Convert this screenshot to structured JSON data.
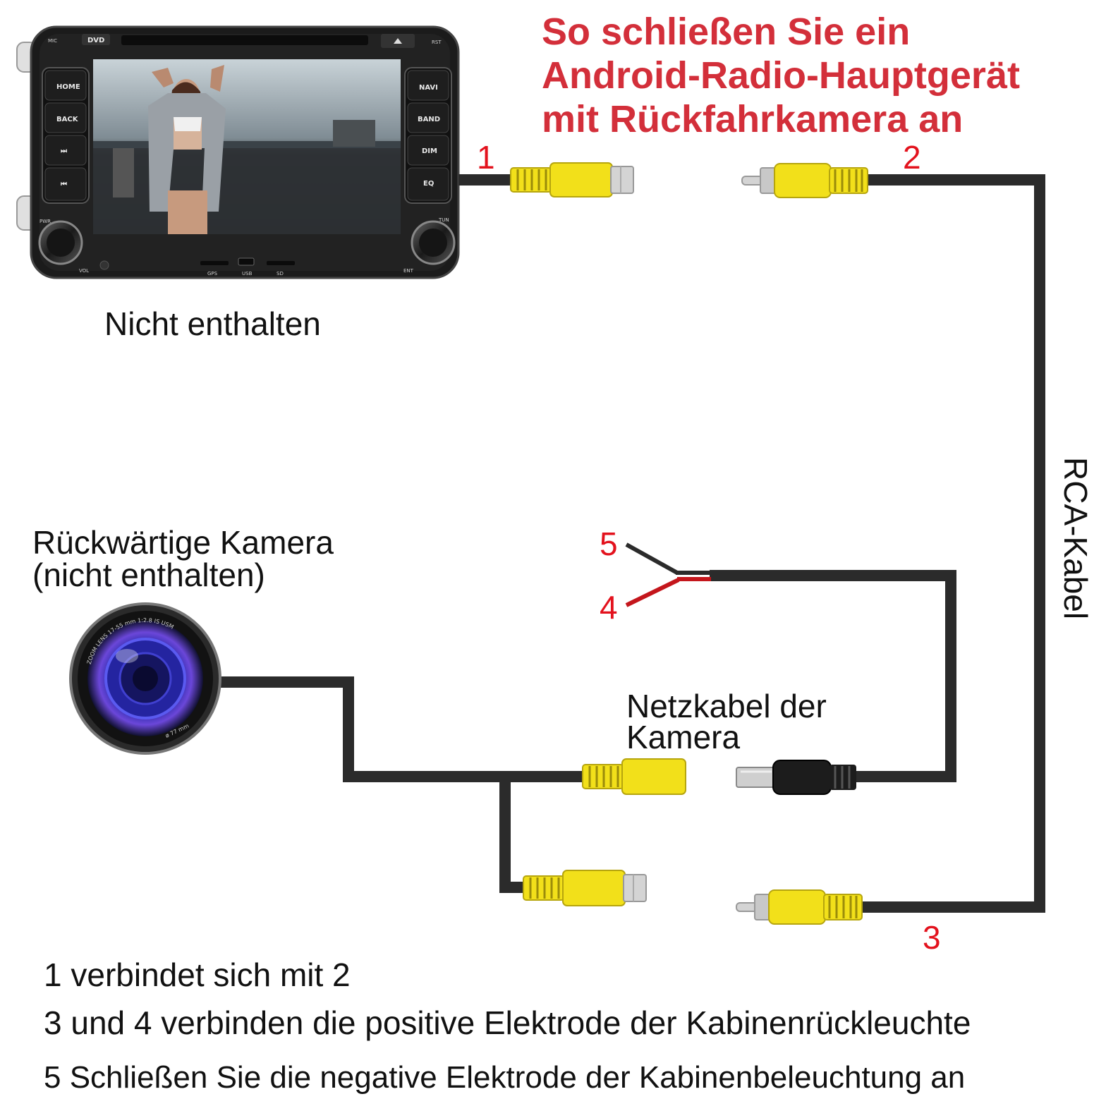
{
  "title": {
    "line1": "So schließen Sie ein",
    "line2": "Android-Radio-Hauptgerät",
    "line3": "mit Rückfahrkamera an"
  },
  "radio": {
    "caption": "Nicht enthalten",
    "buttons_left": [
      "HOME",
      "BACK",
      "⏭",
      "⏮"
    ],
    "buttons_right": [
      "NAVI",
      "BAND",
      "DIM",
      "EQ"
    ],
    "top_labels": {
      "mic": "MIC",
      "dvd": "DVD",
      "rst": "RST"
    },
    "side_labels": {
      "pwr": "PWR",
      "tun": "TUN",
      "vol": "VOL",
      "ent": "ENT"
    },
    "bottom_labels": {
      "gps": "GPS",
      "usb": "USB",
      "sd": "SD"
    }
  },
  "camera": {
    "caption_line1": "Rückwärtige Kamera",
    "caption_line2": "(nicht enthalten)",
    "lens_text": "ZOOM LENS   17-55 mm   1:2.8   IS   USM",
    "lens_size": "ø 77 mm"
  },
  "power_cable": {
    "caption_line1": "Netzkabel der",
    "caption_line2": "Kamera"
  },
  "rca_cable_label": "RCA-Kabel",
  "markers": {
    "m1": "1",
    "m2": "2",
    "m3": "3",
    "m4": "4",
    "m5": "5"
  },
  "notes": [
    "1 verbindet sich mit 2",
    "3 und 4 verbinden die positive Elektrode der Kabinenrückleuchte",
    "5 Schließen Sie die negative Elektrode der Kabinenbeleuchtung an"
  ],
  "colors": {
    "title_red": "#d32f3a",
    "marker_red": "#e3121d",
    "cable": "#2b2b2b",
    "rca_yellow": "#f2e01a",
    "rca_tip": "#c8c8c8",
    "red_wire": "#c4161c"
  }
}
